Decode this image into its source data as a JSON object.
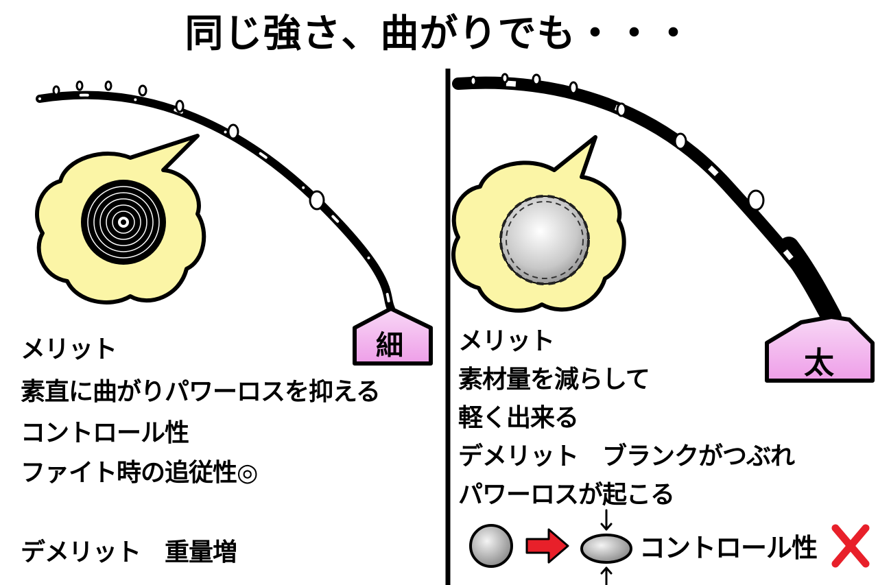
{
  "title": "同じ強さ、曲がりでも・・・",
  "left": {
    "tag": "細",
    "lines": [
      "メリット",
      "素直に曲がりパワーロスを抑える",
      "コントロール性",
      "ファイト時の追従性◎"
    ],
    "demerit": "デメリット　重量増"
  },
  "right": {
    "tag": "太",
    "lines": [
      "メリット",
      "素材量を減らして",
      "軽く出来る",
      "デメリット　ブランクがつぶれ",
      "パワーロスが起こる"
    ],
    "result_label": "コントロール性",
    "result_mark": "✕"
  },
  "colors": {
    "bubble_fill": "#fbf5a6",
    "tag_fill": "#f2b6ee",
    "arrow_red": "#e8202a",
    "cross_red": "#e8202a"
  }
}
